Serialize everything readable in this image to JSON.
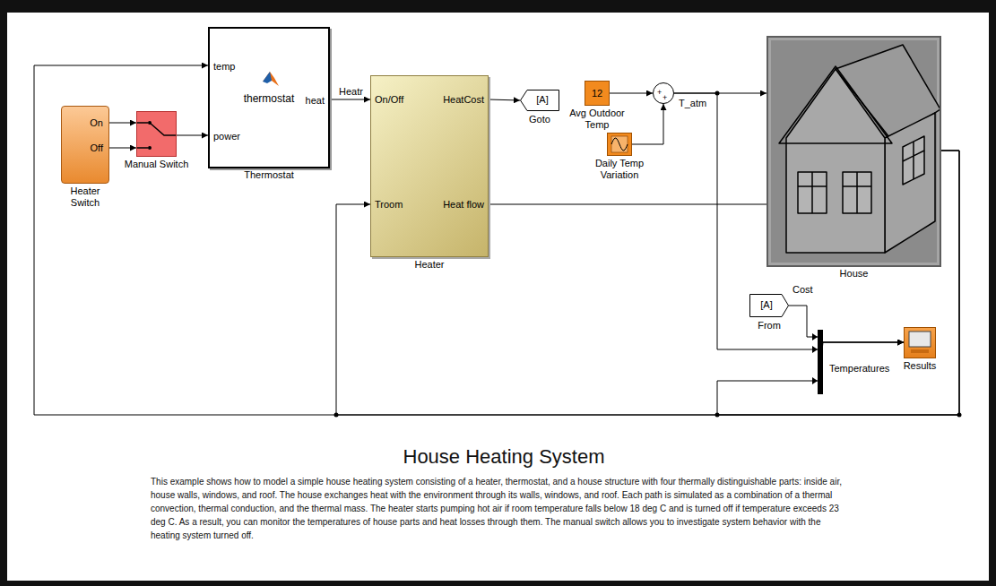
{
  "diagram": {
    "title": "House Heating System",
    "caption": "This example shows how to model a simple house heating system consisting of a heater, thermostat, and a house structure with four thermally distinguishable parts: inside air, house walls, windows, and roof. The house exchanges heat with the environment through its walls, windows, and roof. Each path is simulated as a combination of a thermal convection, thermal conduction, and the thermal mass. The heater starts pumping hot air if room temperature falls below 18 deg C and is turned off if temperature exceeds 23 deg C. As a result, you can monitor the temperatures of house parts and heat losses through them. The manual switch allows you to investigate system behavior with the heating system turned off.",
    "nodes": [
      {
        "text": [
          "On",
          "Off",
          "Heater Switch"
        ]
      },
      {
        "text": [
          "Manual Switch"
        ]
      },
      {
        "text": [
          "temp",
          "power",
          "thermostat",
          "heat",
          "Thermostat"
        ]
      },
      {
        "text": [
          "On/Off",
          "Troom",
          "HeatCost",
          "Heat flow",
          "Heater"
        ]
      },
      {
        "text": [
          "[A]",
          "Goto"
        ]
      },
      {
        "text": [
          "12",
          "Avg Outdoor Temp"
        ]
      },
      {
        "text": [
          "+",
          "+"
        ]
      },
      {
        "text": [
          "Daily Temp Variation"
        ]
      },
      {
        "text": [
          "House"
        ]
      },
      {
        "text": [
          "[A]",
          "From"
        ]
      },
      {
        "text": [
          "Results"
        ]
      }
    ],
    "edges": [
      {
        "from": 0,
        "to": 1,
        "arrow": "to"
      },
      {
        "from": 0,
        "to": 1,
        "arrow": "to"
      },
      {
        "from": 1,
        "to": 2,
        "arrow": "to"
      },
      {
        "from": 2,
        "to": 3,
        "label": "Heatr",
        "arrow": "to"
      },
      {
        "from": 3,
        "to": 4,
        "arrow": "to"
      },
      {
        "from": 5,
        "to": 6,
        "arrow": "to"
      },
      {
        "from": 7,
        "to": 6,
        "arrow": "to"
      },
      {
        "from": 6,
        "to": 8,
        "label": "T_atm",
        "arrow": "to"
      },
      {
        "from": 3,
        "to": 8,
        "arrow": "none"
      },
      {
        "from": 8,
        "to": 2,
        "arrow": "to"
      },
      {
        "from": 8,
        "to": 3,
        "arrow": "to"
      },
      {
        "from": 9,
        "to": 10,
        "label": "Cost",
        "arrow": "to"
      },
      {
        "from": 6,
        "to": 10,
        "arrow": "to"
      },
      {
        "from": 8,
        "to": 10,
        "label": "Temperatures",
        "arrow": "to"
      }
    ]
  }
}
